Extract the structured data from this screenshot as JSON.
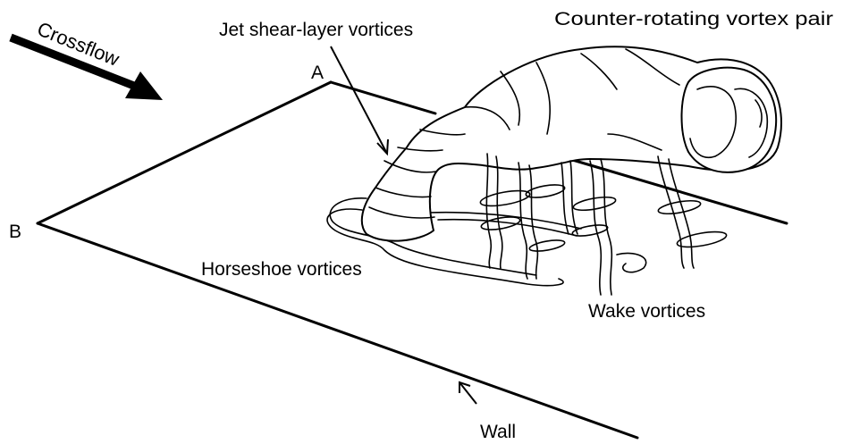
{
  "labels": {
    "crossflow": "Crossflow",
    "jet_shear_layer": "Jet shear-layer vortices",
    "counter_rotating": "Counter-rotating vortex pair",
    "point_a": "A",
    "point_b": "B",
    "horseshoe": "Horseshoe vortices",
    "wake": "Wake vortices",
    "wall": "Wall"
  },
  "colors": {
    "line": "#000000",
    "background": "#ffffff"
  }
}
